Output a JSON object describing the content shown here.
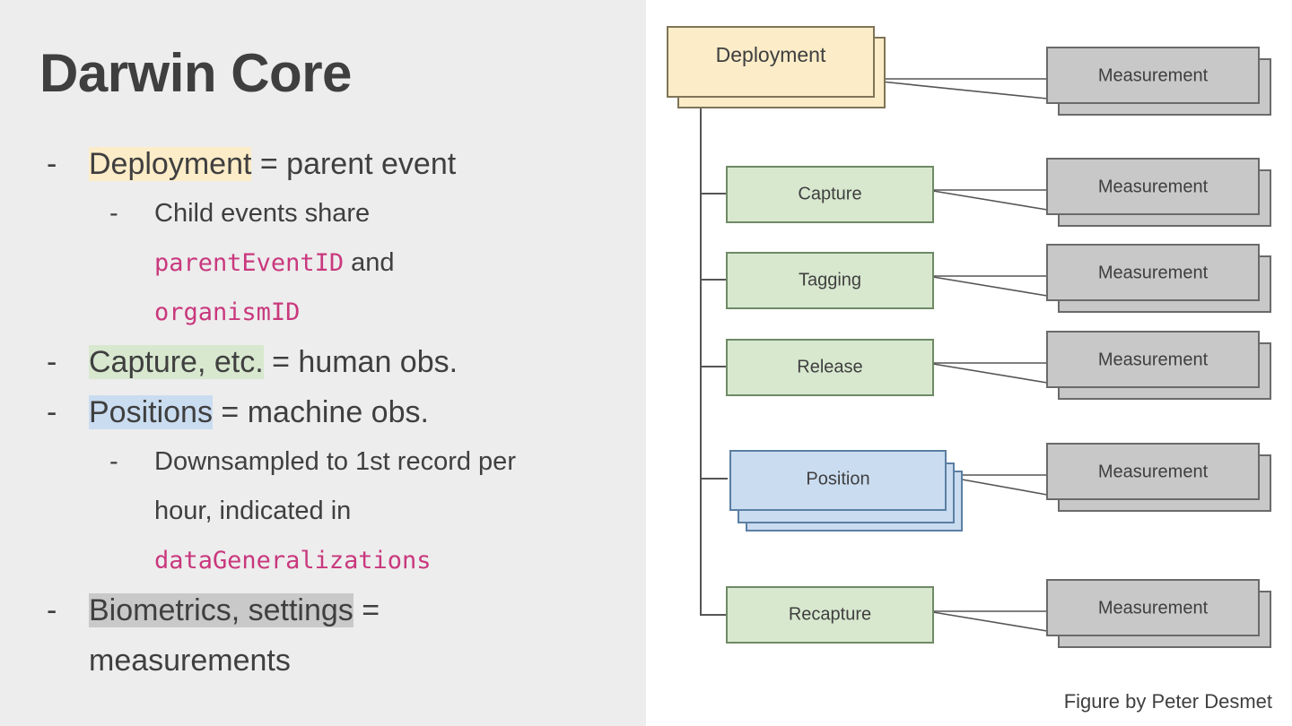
{
  "slide": {
    "title": "Darwin Core",
    "background_left": "#ededed",
    "background_right": "#ffffff",
    "text_color": "#3f3f3f",
    "code_color": "#c9387d"
  },
  "bullets": [
    {
      "level": 1,
      "marker": "-",
      "segments": [
        {
          "text": "Deployment",
          "highlight": "yellow"
        },
        {
          "text": " = parent event",
          "highlight": "none"
        }
      ]
    },
    {
      "level": 2,
      "marker": "-",
      "segments": [
        {
          "text": "Child events share",
          "highlight": "none"
        },
        {
          "text": "parentEventID",
          "highlight": "none",
          "style": "code",
          "newline": true
        },
        {
          "text": " and",
          "highlight": "none"
        },
        {
          "text": "organismID",
          "highlight": "none",
          "style": "code",
          "newline": true
        }
      ]
    },
    {
      "level": 1,
      "marker": "-",
      "segments": [
        {
          "text": "Capture, etc.",
          "highlight": "green"
        },
        {
          "text": " = human obs.",
          "highlight": "none"
        }
      ]
    },
    {
      "level": 1,
      "marker": "-",
      "segments": [
        {
          "text": "Positions",
          "highlight": "blue"
        },
        {
          "text": " = machine obs.",
          "highlight": "none"
        }
      ]
    },
    {
      "level": 2,
      "marker": "-",
      "segments": [
        {
          "text": "Downsampled to 1st record per",
          "highlight": "none"
        },
        {
          "text": "hour, indicated in",
          "highlight": "none",
          "newline": true
        },
        {
          "text": "dataGeneralizations",
          "highlight": "none",
          "style": "code",
          "newline": true
        }
      ]
    },
    {
      "level": 1,
      "marker": "-",
      "segments": [
        {
          "text": "Biometrics, settings",
          "highlight": "gray"
        },
        {
          "text": " =",
          "highlight": "none"
        },
        {
          "text": "measurements",
          "highlight": "none",
          "newline": true
        }
      ]
    }
  ],
  "bullet_text": {
    "b0_a": "Deployment",
    "b0_b": " = parent event",
    "b1_a": "Child events share",
    "b1_code1": "parentEventID",
    "b1_b": " and",
    "b1_code2": "organismID",
    "b2_a": "Capture, etc.",
    "b2_b": " = human obs.",
    "b3_a": "Positions",
    "b3_b": " = machine obs.",
    "b4_a": "Downsampled to 1st record per",
    "b4_b": "hour, indicated in",
    "b4_code": "dataGeneralizations",
    "b5_a": "Biometrics, settings",
    "b5_b": " =",
    "b5_c": "measurements",
    "marker": "-"
  },
  "diagram": {
    "credit": "Figure by Peter Desmet",
    "colors": {
      "deployment_fill": "#fcecc8",
      "deployment_stroke": "#7f7457",
      "event_fill": "#d8e8cf",
      "event_stroke": "#6f8a66",
      "position_fill": "#cadcf0",
      "position_stroke": "#5a7fa3",
      "measurement_fill": "#c8c8c8",
      "measurement_stroke": "#6a6a6a",
      "connector": "#555555"
    },
    "nodes": [
      {
        "id": "deployment",
        "label": "Deployment",
        "kind": "deployment",
        "stack": 2
      },
      {
        "id": "capture",
        "label": "Capture",
        "kind": "event",
        "stack": 1
      },
      {
        "id": "tagging",
        "label": "Tagging",
        "kind": "event",
        "stack": 1
      },
      {
        "id": "release",
        "label": "Release",
        "kind": "event",
        "stack": 1
      },
      {
        "id": "position",
        "label": "Position",
        "kind": "position",
        "stack": 3
      },
      {
        "id": "recapture",
        "label": "Recapture",
        "kind": "event",
        "stack": 1
      }
    ],
    "measurements": [
      {
        "id": "m-deployment",
        "label": "Measurement",
        "stack": 2
      },
      {
        "id": "m-capture",
        "label": "Measurement",
        "stack": 2
      },
      {
        "id": "m-tagging",
        "label": "Measurement",
        "stack": 2
      },
      {
        "id": "m-release",
        "label": "Measurement",
        "stack": 2
      },
      {
        "id": "m-position",
        "label": "Measurement",
        "stack": 2
      },
      {
        "id": "m-recapture",
        "label": "Measurement",
        "stack": 2
      }
    ],
    "labels": {
      "deployment": "Deployment",
      "capture": "Capture",
      "tagging": "Tagging",
      "release": "Release",
      "position": "Position",
      "recapture": "Recapture",
      "measurement": "Measurement"
    }
  }
}
